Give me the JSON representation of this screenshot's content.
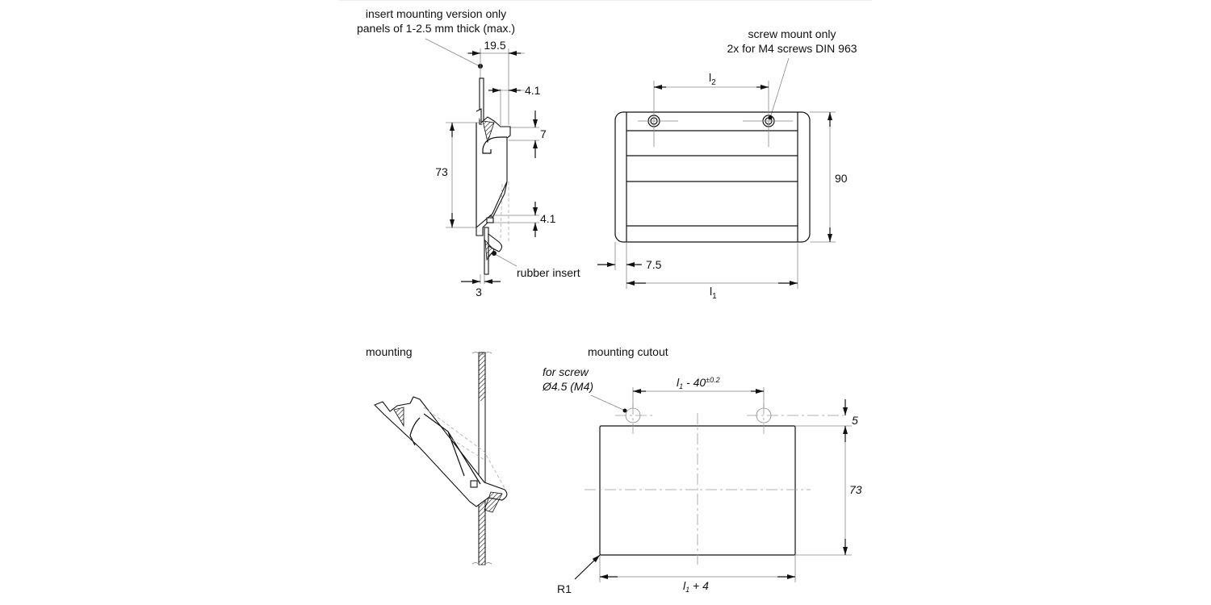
{
  "side_view": {
    "note_line1": "insert mounting version only",
    "note_line2": "panels of 1-2.5 mm thick (max.)",
    "dim_depth": "19.5",
    "dim_top_offset": "4.1",
    "dim_top_height": "7",
    "dim_height": "73",
    "dim_bottom_offset": "4.1",
    "dim_thickness": "3",
    "rubber_label": "rubber insert"
  },
  "front_view": {
    "note_line1": "screw mount only",
    "note_line2": "2x for M4 screws DIN 963",
    "dim_l2_main": "l",
    "dim_l2_sub": "2",
    "dim_height": "90",
    "dim_end": "7.5",
    "dim_l1_main": "l",
    "dim_l1_sub": "1"
  },
  "mounting_view": {
    "title": "mounting"
  },
  "cutout_view": {
    "title": "mounting cutout",
    "screw_note_line1": "for screw",
    "screw_note_line2": "Ø4.5 (M4)",
    "dim_spacing_main": "l",
    "dim_spacing_sub": "1",
    "dim_spacing_rest": " - 40",
    "dim_spacing_tol": "±0.2",
    "dim_hole_offset": "5",
    "dim_height": "73",
    "dim_width_main": "l",
    "dim_width_sub": "1",
    "dim_width_rest": " + 4",
    "radius_label": "R1"
  }
}
